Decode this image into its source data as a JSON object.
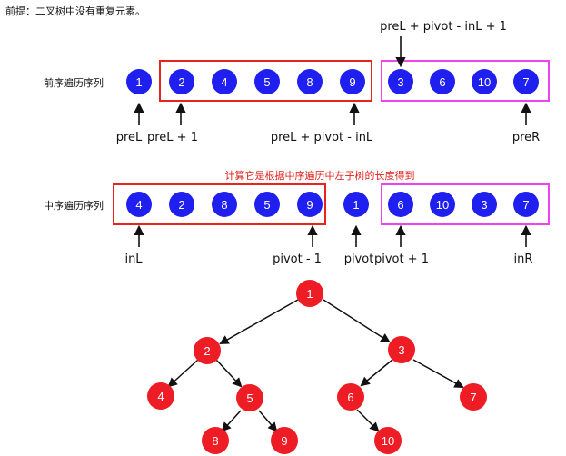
{
  "note": "前提：二叉树中没有重复元素。",
  "preorder": {
    "label": "前序遍历序列",
    "values": [
      "1",
      "2",
      "4",
      "5",
      "8",
      "9",
      "3",
      "6",
      "10",
      "7"
    ]
  },
  "inorder": {
    "label": "中序遍历序列",
    "values": [
      "4",
      "2",
      "8",
      "5",
      "9",
      "1",
      "6",
      "10",
      "3",
      "7"
    ]
  },
  "annotations": {
    "top_formula": "preL + pivot - inL + 1",
    "preL": "preL",
    "preL_plus_1": "preL + 1",
    "preL_pivot": "preL + pivot - inL",
    "preR": "preR",
    "red_note": "计算它是根据中序遍历中左子树的长度得到",
    "inL": "inL",
    "pivot_minus_1": "pivot - 1",
    "pivot": "pivot",
    "pivot_plus_1": "pivot + 1",
    "inR": "inR"
  },
  "tree": {
    "nodes": [
      "1",
      "2",
      "3",
      "4",
      "5",
      "6",
      "7",
      "8",
      "9",
      "10"
    ],
    "edges": [
      [
        "1",
        "2"
      ],
      [
        "1",
        "3"
      ],
      [
        "2",
        "4"
      ],
      [
        "2",
        "5"
      ],
      [
        "5",
        "8"
      ],
      [
        "5",
        "9"
      ],
      [
        "3",
        "6"
      ],
      [
        "3",
        "7"
      ],
      [
        "6",
        "10"
      ]
    ]
  },
  "colors": {
    "blue_node": "#1f1ff0",
    "red_node": "#ee1c24",
    "red_box": "#e8231c",
    "pink_box": "#ee44ee"
  }
}
